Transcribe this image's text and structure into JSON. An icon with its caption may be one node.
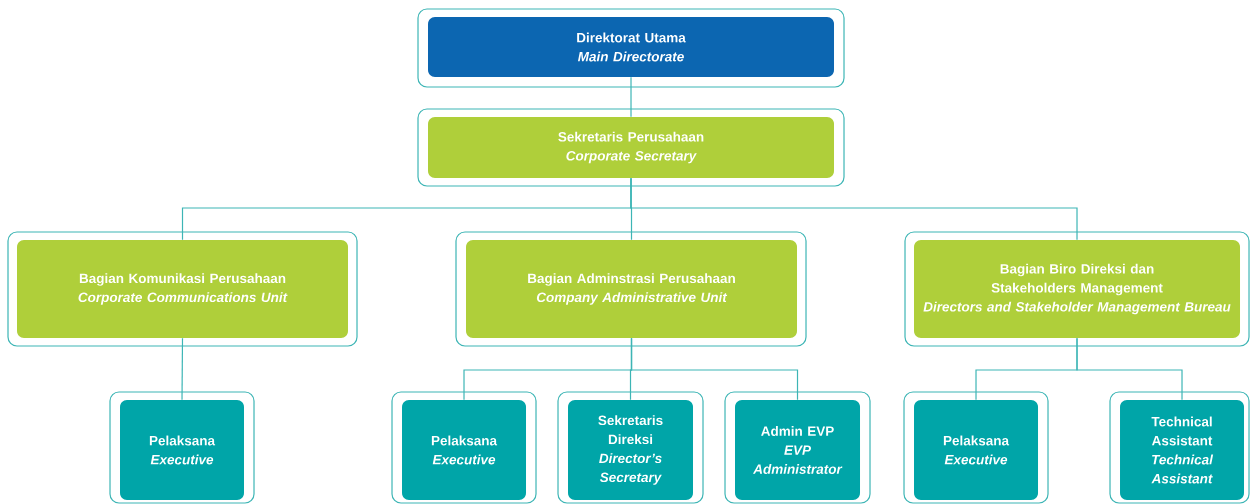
{
  "diagram": {
    "nodes": [
      {
        "text": [
          "Direktorat Utama",
          "Main Directorate"
        ]
      },
      {
        "text": [
          "Sekretaris Perusahaan",
          "Corporate Secretary"
        ]
      },
      {
        "text": [
          "Bagian Komunikasi Perusahaan",
          "Corporate Communications Unit"
        ]
      },
      {
        "text": [
          "Bagian Adminstrasi Perusahaan",
          "Company Administrative Unit"
        ]
      },
      {
        "text": [
          "Bagian Biro Direksi dan Stakeholders Management",
          "Directors and Stakeholder Management Bureau"
        ]
      },
      {
        "text": [
          "Pelaksana",
          "Executive"
        ]
      },
      {
        "text": [
          "Pelaksana",
          "Executive"
        ]
      },
      {
        "text": [
          "Sekretaris Direksi",
          "Director’s Secretary"
        ]
      },
      {
        "text": [
          "Admin EVP",
          "EVP Administrator"
        ]
      },
      {
        "text": [
          "Pelaksana",
          "Executive"
        ]
      },
      {
        "text": [
          "Technical Assistant",
          "Technical Assistant"
        ]
      }
    ],
    "edges": [
      {
        "from": 0,
        "to": 1,
        "arrow": "none"
      },
      {
        "from": 1,
        "to": 2,
        "arrow": "none"
      },
      {
        "from": 1,
        "to": 3,
        "arrow": "none"
      },
      {
        "from": 1,
        "to": 4,
        "arrow": "none"
      },
      {
        "from": 2,
        "to": 5,
        "arrow": "none"
      },
      {
        "from": 3,
        "to": 6,
        "arrow": "none"
      },
      {
        "from": 3,
        "to": 7,
        "arrow": "none"
      },
      {
        "from": 3,
        "to": 8,
        "arrow": "none"
      },
      {
        "from": 4,
        "to": 9,
        "arrow": "none"
      },
      {
        "from": 4,
        "to": 10,
        "arrow": "none"
      }
    ]
  }
}
